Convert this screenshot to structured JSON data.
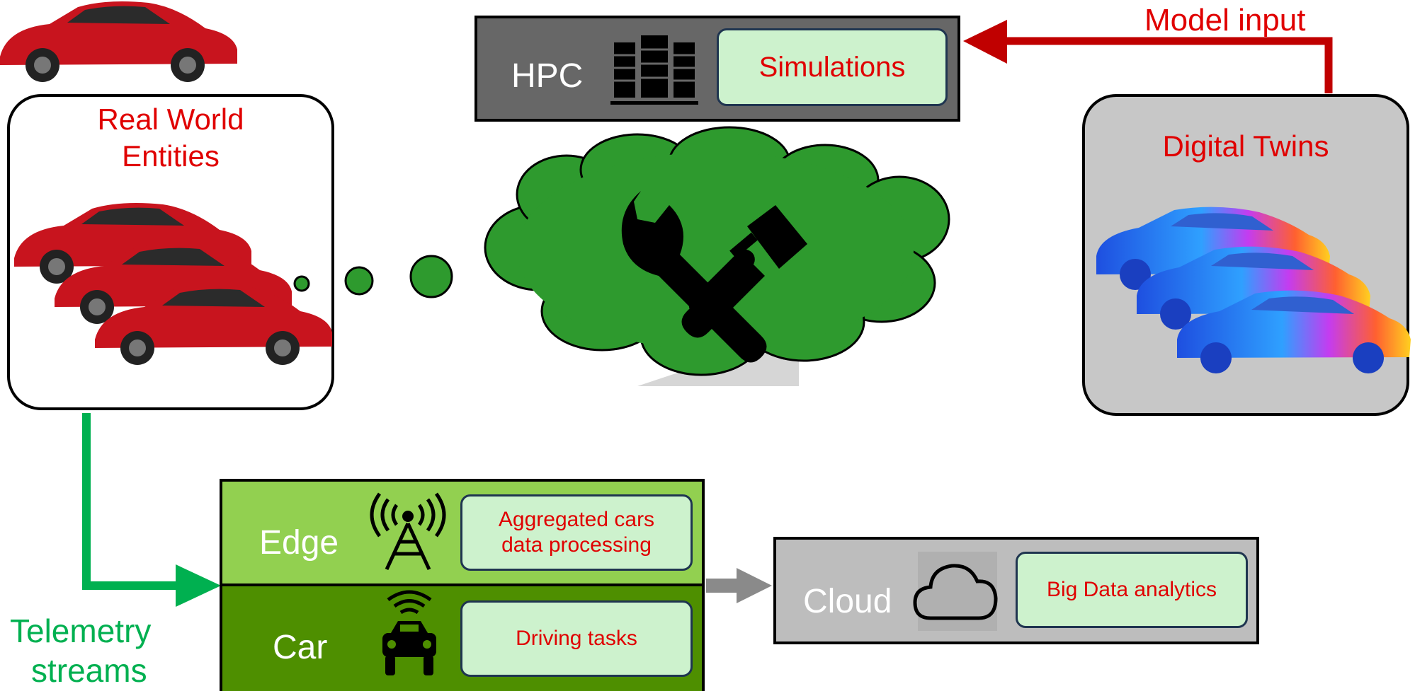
{
  "real_world": {
    "title_line1": "Real World",
    "title_line2": "Entities",
    "icon": "red-cars-photo"
  },
  "digital_twins": {
    "title": "Digital Twins",
    "icon": "thermal-car-renders"
  },
  "hpc": {
    "label": "HPC",
    "task": "Simulations",
    "icon": "server-rack-icon"
  },
  "model_input": {
    "label": "Model input"
  },
  "telemetry": {
    "line1": "Telemetry",
    "line2": "streams"
  },
  "edge": {
    "label": "Edge",
    "task_line1": "Aggregated cars",
    "task_line2": "data processing",
    "icon": "antenna-tower-icon"
  },
  "car": {
    "label": "Car",
    "task": "Driving tasks",
    "icon": "connected-car-icon"
  },
  "cloud": {
    "label": "Cloud",
    "task": "Big Data analytics",
    "icon": "cloud-icon"
  },
  "thought": {
    "icon": "wrench-and-hammer-icon"
  },
  "colors": {
    "accent_red": "#e00000",
    "telemetry_green": "#00b050",
    "cloud_green": "#2e9a2e",
    "edge_green": "#92d050",
    "car_green": "#4e8f00",
    "task_fill": "#cdf2cd"
  }
}
